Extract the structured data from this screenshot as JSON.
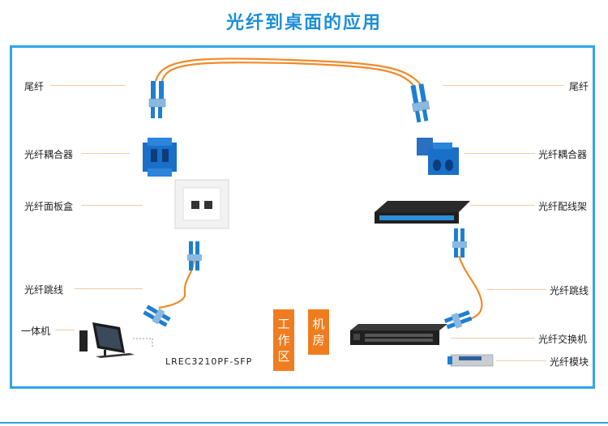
{
  "title": "光纤到桌面的应用",
  "left_labels": {
    "pigtail": "尾纤",
    "coupler": "光纤耦合器",
    "faceplate": "光纤面板盒",
    "patchcord": "光纤跳线",
    "aio_pc": "一体机"
  },
  "right_labels": {
    "pigtail": "尾纤",
    "coupler": "光纤耦合器",
    "patch_panel": "光纤配线架",
    "patchcord": "光纤跳线",
    "switch": "光纤交换机",
    "module": "光纤模块"
  },
  "model_label": "LREC3210PF-SFP",
  "zones": {
    "work_area": [
      "工",
      "作",
      "区"
    ],
    "machine_room": [
      "机",
      "房"
    ]
  },
  "colors": {
    "accent": "#1a8fd8",
    "frame": "#2fa6e6",
    "fiber": "#f08a2a",
    "zone": "#ef7d1f",
    "connector": "#1e7fd0"
  },
  "icons": [
    "fiber-cable-icon",
    "lc-connector-icon",
    "sc-coupler-icon",
    "faceplate-box-icon",
    "patch-panel-icon",
    "switch-icon",
    "sfp-module-icon",
    "all-in-one-pc-icon"
  ]
}
